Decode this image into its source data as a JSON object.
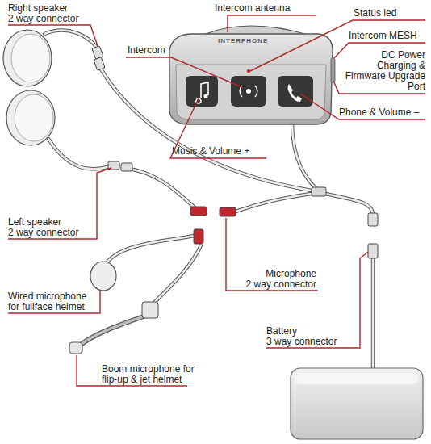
{
  "diagram": {
    "labels": [
      "Right speaker 2 way connector",
      "Intercom antenna",
      "Status led",
      "Intercom",
      "Intercom MESH",
      "DC Power Charging & Firmware Upgrade Port",
      "Phone & Volume –",
      "Music & Volume +",
      "Left speaker 2 way connector",
      "Microphone 2 way connector",
      "Wired microphone for fullface helmet",
      "Battery 3 way connector",
      "Boom microphone for flip-up & jet helmet",
      "INTERPHONE"
    ]
  }
}
